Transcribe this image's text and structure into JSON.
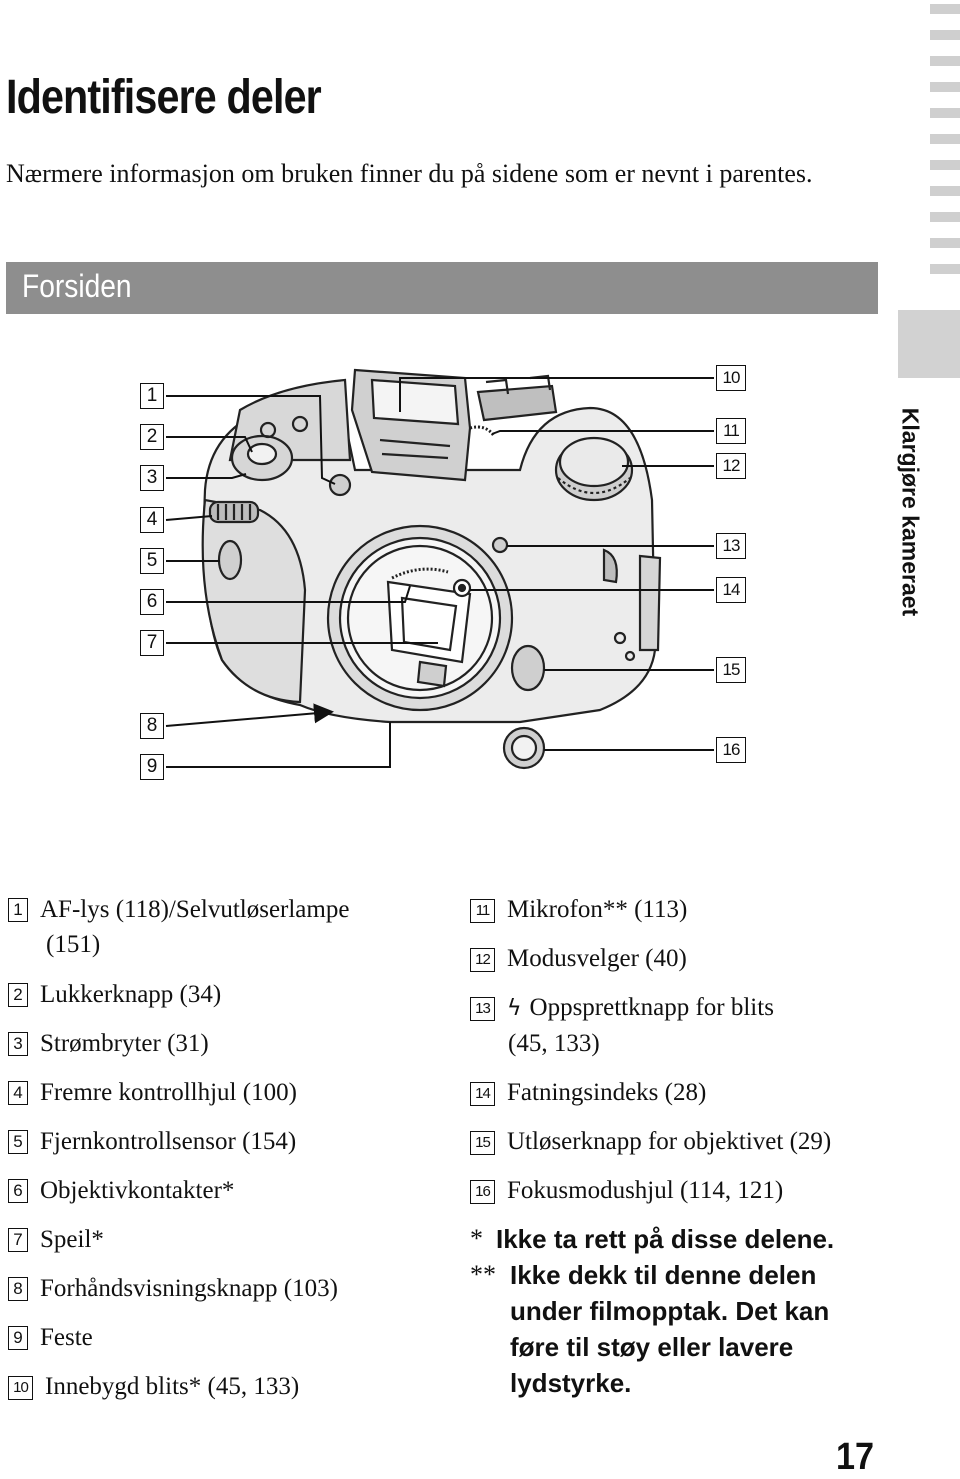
{
  "header": {
    "title": "Identifisere deler",
    "intro": "Nærmere informasjon om bruken finner du på sidene som er nevnt i parentes."
  },
  "section": {
    "title": "Forsiden"
  },
  "side_tab": {
    "label": "Klargjøre kameraet"
  },
  "diagram": {
    "callouts_left": [
      "1",
      "2",
      "3",
      "4",
      "5",
      "6",
      "7",
      "8",
      "9"
    ],
    "callouts_right": [
      "10",
      "11",
      "12",
      "13",
      "14",
      "15",
      "16"
    ]
  },
  "parts_left": [
    {
      "num": "1",
      "line1": "AF-lys (118)/Selvutløserlampe",
      "line2": "(151)"
    },
    {
      "num": "2",
      "line1": "Lukkerknapp (34)"
    },
    {
      "num": "3",
      "line1": "Strømbryter (31)"
    },
    {
      "num": "4",
      "line1": "Fremre kontrollhjul (100)"
    },
    {
      "num": "5",
      "line1": "Fjernkontrollsensor (154)"
    },
    {
      "num": "6",
      "line1": "Objektivkontakter*"
    },
    {
      "num": "7",
      "line1": "Speil*"
    },
    {
      "num": "8",
      "line1": "Forhåndsvisningsknapp (103)"
    },
    {
      "num": "9",
      "line1": "Feste"
    },
    {
      "num": "10",
      "line1": "Innebygd blits* (45, 133)"
    }
  ],
  "parts_right": [
    {
      "num": "11",
      "line1": "Mikrofon** (113)"
    },
    {
      "num": "12",
      "line1": "Modusvelger (40)"
    },
    {
      "num": "13",
      "icon": "flash-icon",
      "line1": "Oppsprettknapp for blits",
      "line2": "(45, 133)"
    },
    {
      "num": "14",
      "line1": "Fatningsindeks (28)"
    },
    {
      "num": "15",
      "line1": "Utløserknapp for objektivet (29)"
    },
    {
      "num": "16",
      "line1": "Fokusmodushjul (114, 121)"
    }
  ],
  "notes": {
    "note1_mark": "*",
    "note1": "Ikke ta rett på disse delene.",
    "note2_mark": "**",
    "note2_line1": "Ikke dekk til denne delen",
    "note2_line2": "under filmopptak. Det kan",
    "note2_line3": "føre til støy eller lavere",
    "note2_line4": "lydstyrke."
  },
  "page_number": "17"
}
